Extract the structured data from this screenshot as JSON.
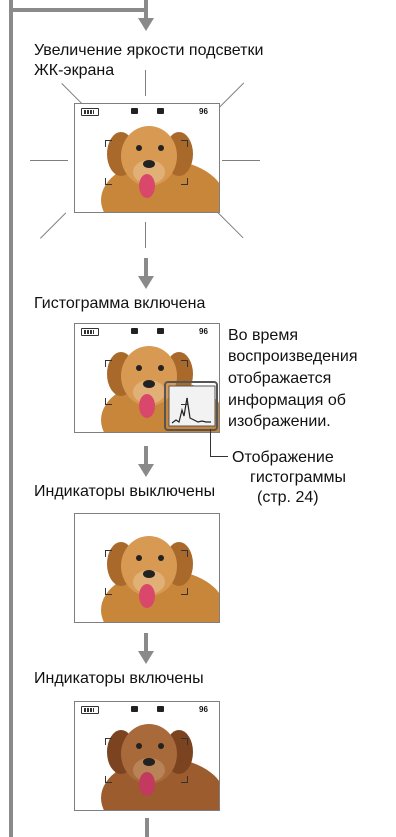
{
  "captions": {
    "brightness": [
      "Увеличение яркости подсветки",
      "ЖК-экрана"
    ],
    "histogram_on": "Гистограмма включена",
    "indicators_off": "Индикаторы выключены",
    "indicators_on": "Индикаторы включены"
  },
  "note": {
    "lines": [
      "Во время",
      "воспроизведения",
      "отображается",
      "информация об",
      "изображении."
    ]
  },
  "callout": {
    "lines": [
      "Отображение",
      "гистограммы",
      "(стр. 24)"
    ]
  },
  "screens": {
    "image_count": "96",
    "icons": [
      "battery-icon",
      "image-size-icon",
      "quality-icon",
      "focus-frame-icon"
    ]
  },
  "colors": {
    "frame_gray": "#8a8a8a",
    "dog_fur": "#c8863b",
    "dog_tongue": "#d9486b"
  }
}
